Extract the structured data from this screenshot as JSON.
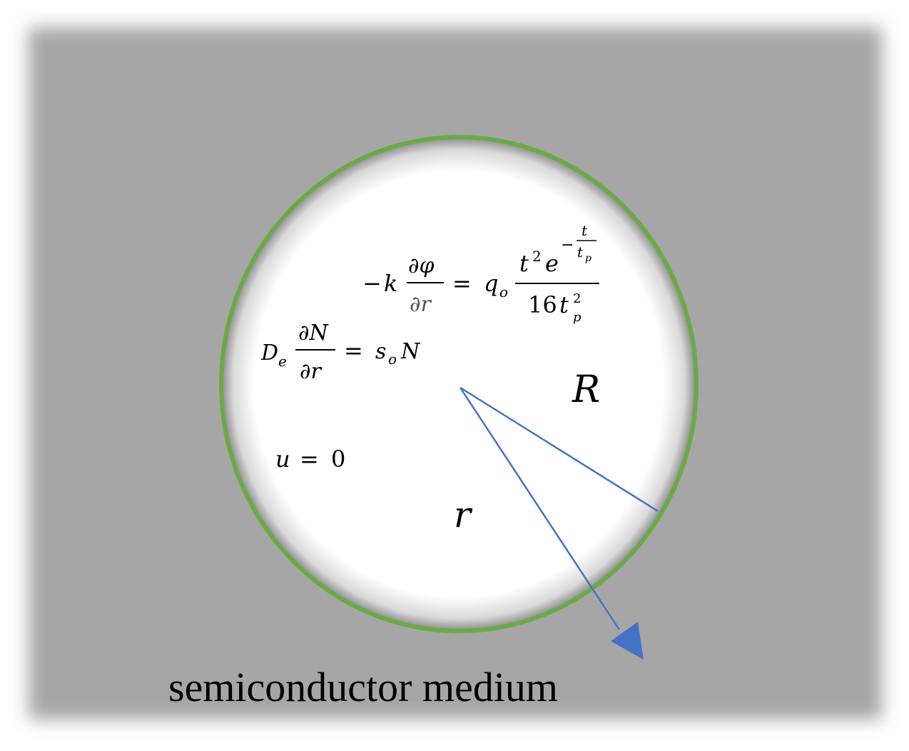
{
  "colors": {
    "medium": "#a6a6a6",
    "boundary": "#6aaa46",
    "radius_lines": "#4472c4",
    "inner": "#ffffff"
  },
  "labels": {
    "big_radius": "R",
    "small_radius": "r",
    "caption": "semiconductor medium"
  },
  "equations": {
    "heat_flux": {
      "lhs_sign": "−",
      "lhs_coef": "k",
      "lhs_num": "∂φ",
      "lhs_den": "∂r",
      "equals": "=",
      "coef": "q",
      "coef_sub": "o",
      "num_base": "t",
      "num_base_sup": "2",
      "num_exp_base": "e",
      "exp_minus": "−",
      "exp_num": "t",
      "exp_den": "t",
      "exp_den_sub": "p",
      "den_const": "16",
      "den_var": "t",
      "den_var_sup": "2",
      "den_var_sub": "p"
    },
    "carrier": {
      "lhs_coef": "D",
      "lhs_coef_sub": "e",
      "lhs_num": "∂N",
      "lhs_den": "∂r",
      "equals": "=",
      "rhs_coef": "s",
      "rhs_coef_sub": "o",
      "rhs_var": "N"
    },
    "displacement": {
      "var": "u",
      "equals": "=",
      "value": "0"
    }
  }
}
